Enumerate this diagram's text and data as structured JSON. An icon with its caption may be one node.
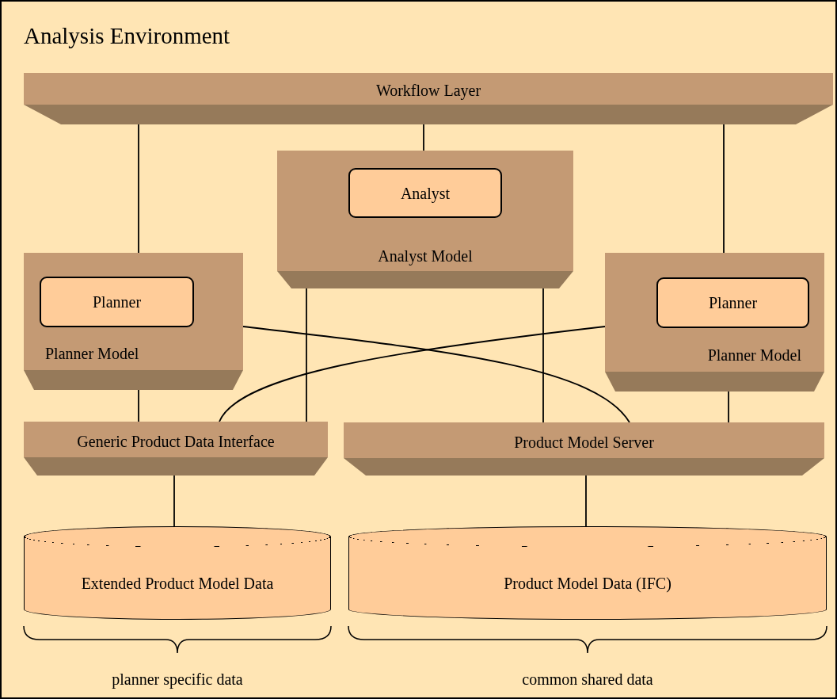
{
  "diagram": {
    "nodes": [
      {
        "text": [
          "Analysis Environment"
        ]
      },
      {
        "text": [
          "Workflow Layer"
        ],
        "in": 0
      },
      {
        "text": [
          "Analyst Model"
        ],
        "in": 0
      },
      {
        "text": [
          "Analyst"
        ],
        "in": 2
      },
      {
        "text": [
          "Planner Model"
        ],
        "in": 0
      },
      {
        "text": [
          "Planner"
        ],
        "in": 4
      },
      {
        "text": [
          "Planner Model"
        ],
        "in": 0
      },
      {
        "text": [
          "Planner"
        ],
        "in": 6
      },
      {
        "text": [
          "Generic Product Data Interface"
        ],
        "in": 0
      },
      {
        "text": [
          "Product Model Server"
        ],
        "in": 0
      },
      {
        "text": [
          "Extended Product Model Data"
        ],
        "in": 0
      },
      {
        "text": [
          "Product Model Data (IFC)"
        ],
        "in": 0
      }
    ],
    "edges": [
      {
        "from": 1,
        "to": 4,
        "arrow": "none"
      },
      {
        "from": 1,
        "to": 2,
        "arrow": "none"
      },
      {
        "from": 1,
        "to": 6,
        "arrow": "none"
      },
      {
        "from": 4,
        "to": 8,
        "arrow": "none"
      },
      {
        "from": 6,
        "to": 9,
        "arrow": "none"
      },
      {
        "from": 2,
        "to": 8,
        "arrow": "none"
      },
      {
        "from": 2,
        "to": 9,
        "arrow": "none"
      },
      {
        "from": 4,
        "to": 9,
        "arrow": "none"
      },
      {
        "from": 6,
        "to": 8,
        "arrow": "none"
      },
      {
        "from": 8,
        "to": 10,
        "arrow": "none"
      },
      {
        "from": 9,
        "to": 11,
        "arrow": "none"
      }
    ],
    "labels": [
      "planner specific data",
      "common shared data"
    ]
  }
}
